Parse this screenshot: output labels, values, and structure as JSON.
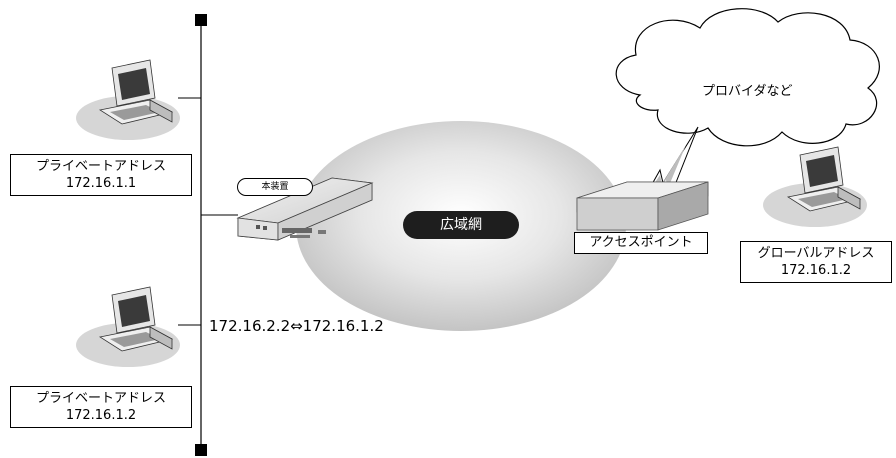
{
  "hosts": [
    {
      "role": "プライベートアドレス",
      "ip": "172.16.1.1"
    },
    {
      "role": "プライベートアドレス",
      "ip": "172.16.1.2"
    }
  ],
  "remote_host": {
    "role": "グローバルアドレス",
    "ip": "172.16.1.2"
  },
  "device_label": "本装置",
  "wan_label": "広域網",
  "access_point_label": "アクセスポイント",
  "cloud_label": "プロバイダなど",
  "nat_mapping": "172.16.2.2⇔172.16.1.2"
}
